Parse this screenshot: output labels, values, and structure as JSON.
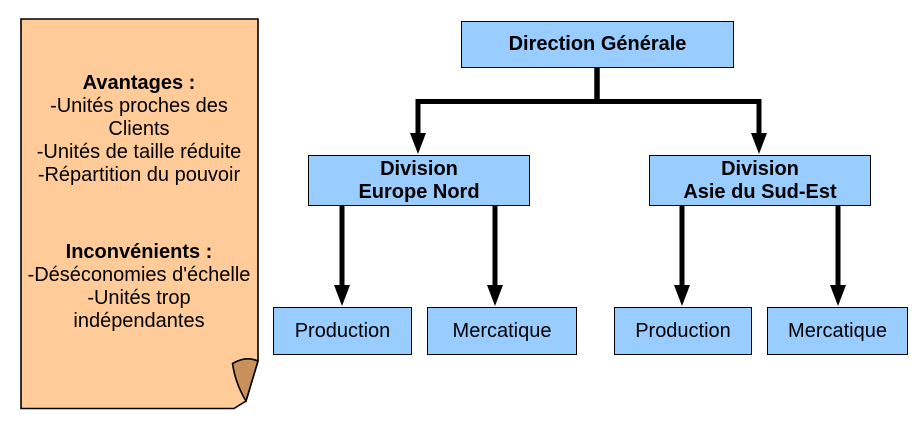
{
  "note": {
    "advantages": {
      "heading": "Avantages :",
      "items": [
        "-Unités proches des Clients",
        "-Unités de taille réduite",
        "-Répartition du pouvoir"
      ]
    },
    "disadvantages": {
      "heading": "Inconvénients :",
      "items": [
        "-Déséconomies d'échelle",
        "-Unités trop indépendantes"
      ]
    }
  },
  "org_chart": {
    "root": {
      "label": "Direction Générale"
    },
    "divisions": [
      {
        "line1": "Division",
        "line2": "Europe Nord",
        "children": [
          "Production",
          "Mercatique"
        ]
      },
      {
        "line1": "Division",
        "line2": "Asie du Sud-Est",
        "children": [
          "Production",
          "Mercatique"
        ]
      }
    ]
  },
  "colors": {
    "box_fill": "#99CCFF",
    "box_border": "#000000",
    "note_fill": "#FFCC99",
    "note_fold": "#C8905A",
    "connector": "#000000"
  }
}
